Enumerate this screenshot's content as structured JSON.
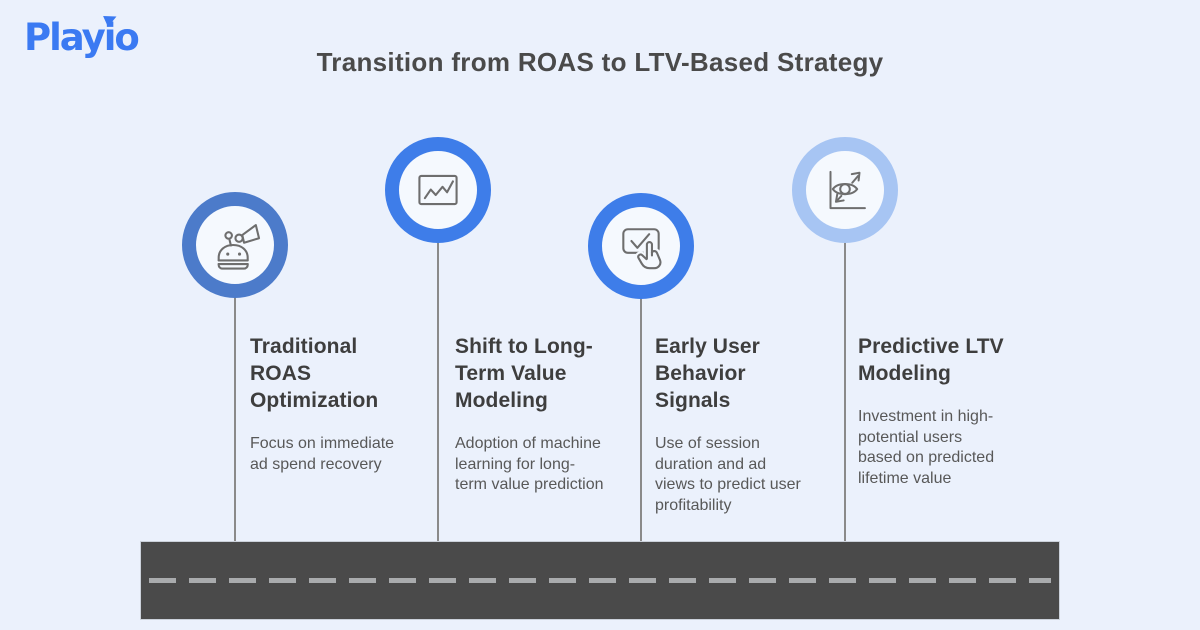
{
  "logo": {
    "text": "Playio"
  },
  "header": {
    "title": "Transition from ROAS to LTV-Based Strategy"
  },
  "milestones": [
    {
      "icon": "robot-megaphone",
      "title": "Traditional\nROAS\nOptimization",
      "description": "Focus on immediate\nad spend recovery"
    },
    {
      "icon": "line-chart",
      "title": "Shift to Long-\nTerm Value\nModeling",
      "description": "Adoption of machine\nlearning for long-\nterm value prediction"
    },
    {
      "icon": "tap-checkbox",
      "title": "Early User\nBehavior\nSignals",
      "description": "Use of session\nduration and ad\nviews to predict user\nprofitability"
    },
    {
      "icon": "eye-growth-chart",
      "title": "Predictive LTV\nModeling",
      "description": "Investment in high-\npotential users\nbased on predicted\nlifetime value"
    }
  ],
  "colors": {
    "background": "#EBF1FC",
    "logo_blue": "#3B7AF2",
    "ring_1": "#4C7BCA",
    "ring_2": "#3E7DE9",
    "ring_3": "#3E7DE9",
    "ring_4": "#A7C5F3",
    "icon_stroke": "#6E6E6E",
    "title_text": "#3E3E3E",
    "description_text": "#585858",
    "road": "#4A4A4A",
    "road_dash": "#A9ABAD"
  }
}
